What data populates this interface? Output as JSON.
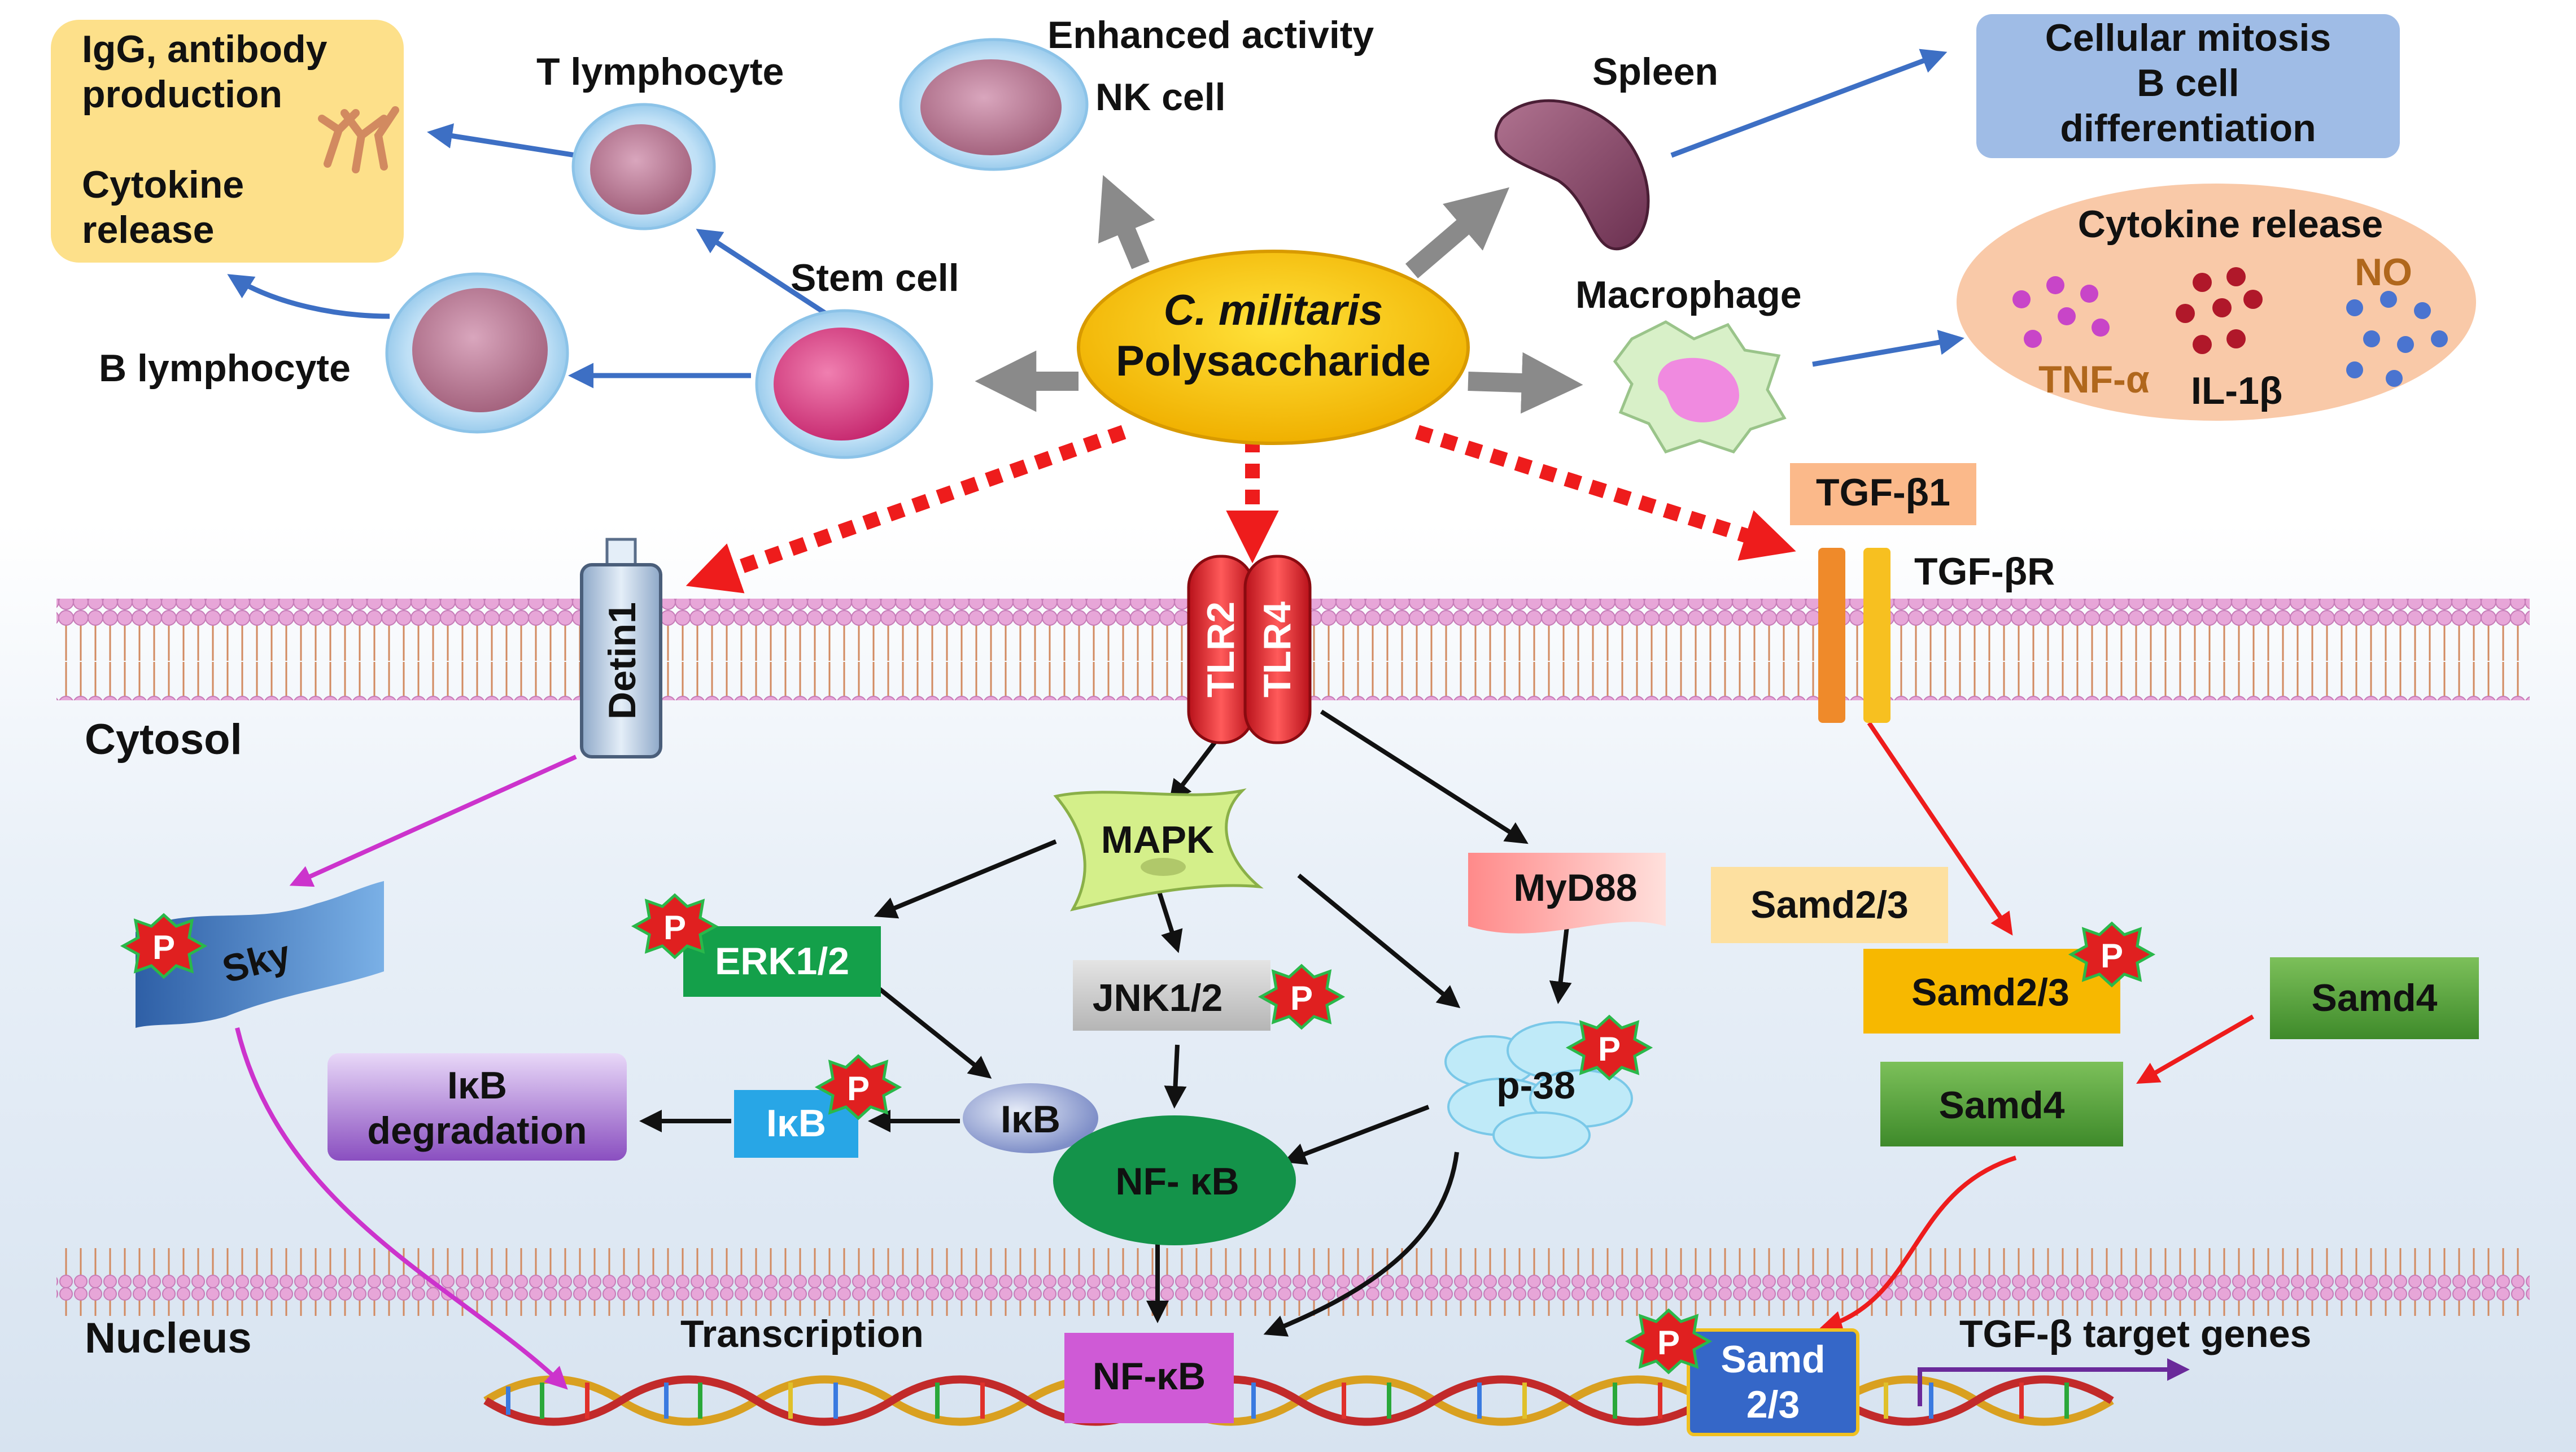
{
  "center": {
    "line1": "C. militaris",
    "line2": "Polysaccharide"
  },
  "cells": {
    "nk_activity": "Enhanced activity",
    "nk": "NK cell",
    "t_lymphocyte": "T lymphocyte",
    "b_lymphocyte": "B lymphocyte",
    "stem": "Stem cell",
    "spleen": "Spleen",
    "macrophage": "Macrophage"
  },
  "boxes": {
    "igg_1": "IgG, antibody",
    "igg_2": "production",
    "cyto_1": "Cytokine",
    "cyto_2": "release",
    "mitosis_1": "Cellular mitosis",
    "mitosis_2": "B cell",
    "mitosis_3": "differentiation",
    "cytokine_release": "Cytokine release",
    "tnf": "TNF-α",
    "il1b": "IL-1β",
    "no": "NO"
  },
  "membrane": {
    "cytosol": "Cytosol",
    "nucleus": "Nucleus",
    "detin": "Detin1",
    "tlr2": "TLR2",
    "tlr4": "TLR4",
    "tgfb1": "TGF-β1",
    "tgfbr": "TGF-βR"
  },
  "pathway": {
    "mapk": "MAPK",
    "myd88": "MyD88",
    "erk": "ERK1/2",
    "jnk": "JNK1/2",
    "p38": "p-38",
    "ikb": "IκB",
    "ikb_p": "IκB",
    "ikb_deg_1": "IκB",
    "ikb_deg_2": "degradation",
    "nfkb": "NF- κB",
    "nfkb_nuc": "NF-κB",
    "sky": "Sky",
    "transcription": "Transcription",
    "samd23_a": "Samd2/3",
    "samd23_b": "Samd2/3",
    "samd4_a": "Samd4",
    "samd4_b": "Samd4",
    "samd_nuc_1": "Samd",
    "samd_nuc_2": "2/3",
    "target_genes": "TGF-β target genes",
    "p": "P"
  },
  "colors": {
    "center_fill": "#f5c400",
    "gray_arrow": "#8a8a8a",
    "blue_arrow": "#3d6fc4",
    "red_dashed": "#ee1c1c",
    "black_arrow": "#111111",
    "magenta_arrow": "#cc33cc",
    "yellow_box": "#fde08a",
    "blue_box": "#9fbce6",
    "peach_ellipse": "#f9c9a8",
    "membrane": "#e7a6d8",
    "nfkb_green": "#14934a",
    "mapk_green": "#d4ef8a",
    "samd_orange": "#f7b800",
    "samd4_green": "#5ea843",
    "ikb_blue": "#28a6e6",
    "ikb_purple": "#9a66c8",
    "nfkb_nuc_violet": "#cf5ad6",
    "samd_nuc_blue": "#3567c8",
    "tgfb1_peach": "#fbb98a",
    "myd88_pink": "#f7a8a0"
  }
}
